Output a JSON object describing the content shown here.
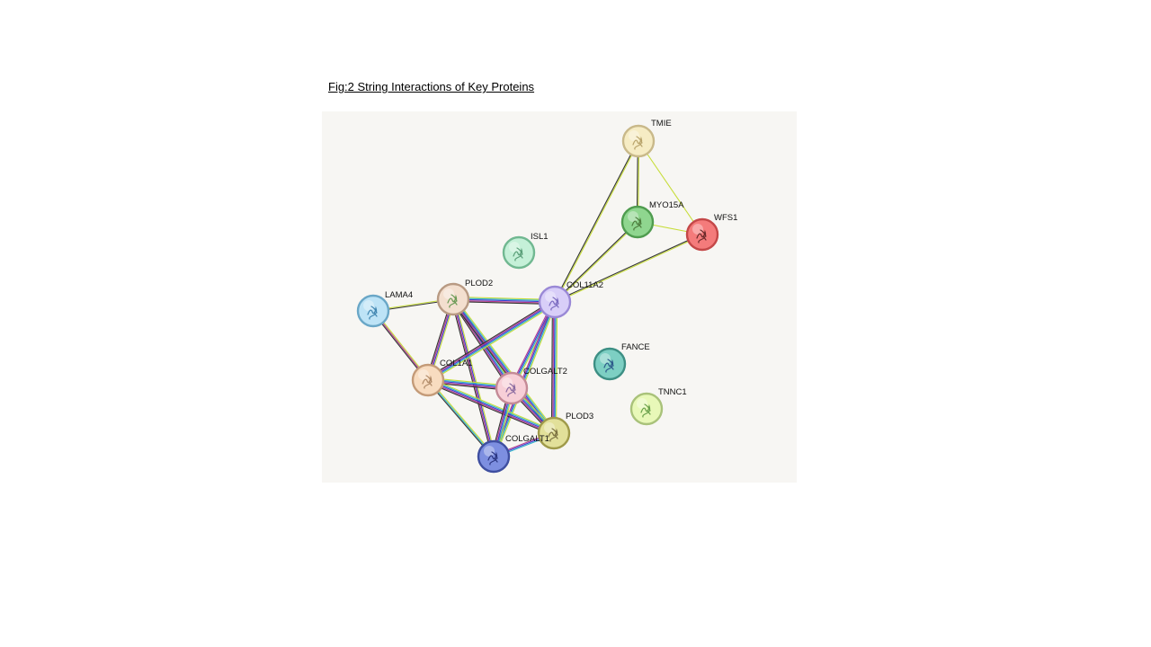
{
  "caption": "Fig:2 String Interactions of Key Proteins",
  "network": {
    "nodes": [
      {
        "id": "TMIE",
        "label": "TMIE",
        "fill": "#f6ecc4",
        "stroke": "#c9b98a",
        "glyph": "#b8a36a"
      },
      {
        "id": "MYO15A",
        "label": "MYO15A",
        "fill": "#8fd68f",
        "stroke": "#4f9c4f",
        "glyph": "#4d7d3d"
      },
      {
        "id": "WFS1",
        "label": "WFS1",
        "fill": "#f47b7b",
        "stroke": "#c44848",
        "glyph": "#6a2a2a"
      },
      {
        "id": "ISL1",
        "label": "ISL1",
        "fill": "#c5f0d8",
        "stroke": "#71b891",
        "glyph": "#5a9e78"
      },
      {
        "id": "PLOD2",
        "label": "PLOD2",
        "fill": "#f3dfcf",
        "stroke": "#b89a83",
        "glyph": "#6a9a55"
      },
      {
        "id": "LAMA4",
        "label": "LAMA4",
        "fill": "#bde3f6",
        "stroke": "#6aa7c7",
        "glyph": "#3f85b0"
      },
      {
        "id": "COL11A2",
        "label": "COL11A2",
        "fill": "#d8cef8",
        "stroke": "#9a89d6",
        "glyph": "#7a6ac0"
      },
      {
        "id": "FANCE",
        "label": "FANCE",
        "fill": "#7dcfc3",
        "stroke": "#3d8f84",
        "glyph": "#2d5a8a"
      },
      {
        "id": "COL1A1",
        "label": "COL1A1",
        "fill": "#f8dcc0",
        "stroke": "#c49b78",
        "glyph": "#b08a68"
      },
      {
        "id": "COLGALT2",
        "label": "COLGALT2",
        "fill": "#f7cfd7",
        "stroke": "#c48a96",
        "glyph": "#8a6aa0"
      },
      {
        "id": "TNNC1",
        "label": "TNNC1",
        "fill": "#e8f8b8",
        "stroke": "#a9c27a",
        "glyph": "#6aa04a"
      },
      {
        "id": "PLOD3",
        "label": "PLOD3",
        "fill": "#e2e09a",
        "stroke": "#9f9a4a",
        "glyph": "#7a7040"
      },
      {
        "id": "COLGALT1",
        "label": "COLGALT1",
        "fill": "#7d8fe0",
        "stroke": "#3f4fa0",
        "glyph": "#2a3580"
      }
    ],
    "edges": [
      {
        "from": "TMIE",
        "to": "MYO15A",
        "colors": [
          "#c7dd3a",
          "#333333"
        ]
      },
      {
        "from": "TMIE",
        "to": "WFS1",
        "colors": [
          "#c7dd3a"
        ]
      },
      {
        "from": "TMIE",
        "to": "COL11A2",
        "colors": [
          "#c7dd3a",
          "#333333"
        ]
      },
      {
        "from": "MYO15A",
        "to": "WFS1",
        "colors": [
          "#c7dd3a"
        ]
      },
      {
        "from": "MYO15A",
        "to": "COL11A2",
        "colors": [
          "#c7dd3a",
          "#333333"
        ]
      },
      {
        "from": "WFS1",
        "to": "COL11A2",
        "colors": [
          "#c7dd3a",
          "#333333"
        ]
      },
      {
        "from": "LAMA4",
        "to": "PLOD2",
        "colors": [
          "#c7dd3a",
          "#333333"
        ]
      },
      {
        "from": "LAMA4",
        "to": "COL1A1",
        "colors": [
          "#c7dd3a",
          "#b23b8e",
          "#333333"
        ]
      },
      {
        "from": "PLOD2",
        "to": "COL11A2",
        "colors": [
          "#c7dd3a",
          "#2fb3c9",
          "#3b3bd1",
          "#b23b8e",
          "#333333"
        ]
      },
      {
        "from": "PLOD2",
        "to": "COL1A1",
        "colors": [
          "#c7dd3a",
          "#3b3bd1",
          "#b23b8e",
          "#333333"
        ]
      },
      {
        "from": "PLOD2",
        "to": "COLGALT2",
        "colors": [
          "#c7dd3a",
          "#2fb3c9",
          "#3b3bd1",
          "#b23b8e",
          "#333333"
        ]
      },
      {
        "from": "PLOD2",
        "to": "PLOD3",
        "colors": [
          "#c7dd3a",
          "#2fb3c9",
          "#3b3bd1",
          "#b23b8e",
          "#333333"
        ]
      },
      {
        "from": "PLOD2",
        "to": "COLGALT1",
        "colors": [
          "#c7dd3a",
          "#3b3bd1",
          "#b23b8e",
          "#333333"
        ]
      },
      {
        "from": "COL11A2",
        "to": "COL1A1",
        "colors": [
          "#c7dd3a",
          "#2fb3c9",
          "#3b3bd1",
          "#b23b8e",
          "#333333"
        ]
      },
      {
        "from": "COL11A2",
        "to": "COLGALT2",
        "colors": [
          "#c7dd3a",
          "#2fb3c9",
          "#3b3bd1",
          "#b23b8e"
        ]
      },
      {
        "from": "COL11A2",
        "to": "PLOD3",
        "colors": [
          "#c7dd3a",
          "#2fb3c9",
          "#3b3bd1",
          "#b23b8e",
          "#333333"
        ]
      },
      {
        "from": "COL11A2",
        "to": "COLGALT1",
        "colors": [
          "#c7dd3a",
          "#2fb3c9",
          "#3b3bd1",
          "#b23b8e"
        ]
      },
      {
        "from": "COL1A1",
        "to": "COLGALT2",
        "colors": [
          "#c7dd3a",
          "#2fb3c9",
          "#3b3bd1",
          "#b23b8e",
          "#333333"
        ]
      },
      {
        "from": "COL1A1",
        "to": "PLOD3",
        "colors": [
          "#c7dd3a",
          "#2fb3c9",
          "#3b3bd1",
          "#b23b8e",
          "#333333"
        ]
      },
      {
        "from": "COL1A1",
        "to": "COLGALT1",
        "colors": [
          "#c7dd3a",
          "#2fb3c9",
          "#333333"
        ]
      },
      {
        "from": "COLGALT2",
        "to": "PLOD3",
        "colors": [
          "#c7dd3a",
          "#2fb3c9",
          "#3b3bd1",
          "#b23b8e",
          "#333333"
        ]
      },
      {
        "from": "COLGALT2",
        "to": "COLGALT1",
        "colors": [
          "#c7dd3a",
          "#2fb3c9",
          "#3b3bd1",
          "#b23b8e",
          "#333333"
        ]
      },
      {
        "from": "PLOD3",
        "to": "COLGALT1",
        "colors": [
          "#2fb3c9",
          "#3b3bd1",
          "#b23b8e"
        ]
      }
    ]
  }
}
